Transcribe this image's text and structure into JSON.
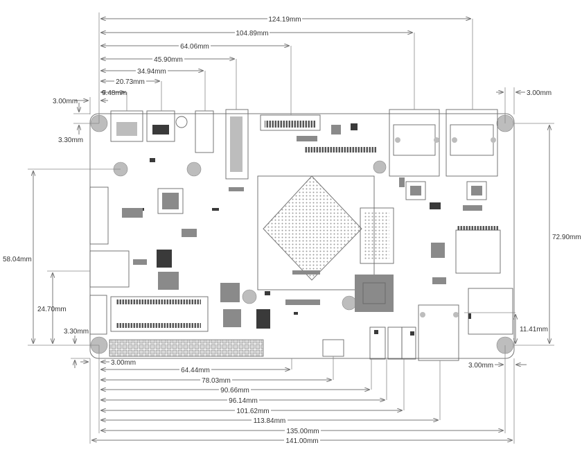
{
  "dimensions": {
    "top": [
      "124.19mm",
      "104.89mm",
      "64.06mm",
      "45.90mm",
      "34.94mm",
      "20.73mm",
      "9.48mm",
      "3.00mm"
    ],
    "top_right": "3.00mm",
    "left_vertical": [
      "3.30mm",
      "58.04mm",
      "24.70mm",
      "3.30mm"
    ],
    "right_vertical": [
      "72.90mm",
      "11.41mm"
    ],
    "bottom": [
      "3.00mm",
      "64.44mm",
      "78.03mm",
      "90.66mm",
      "96.14mm",
      "101.62mm",
      "113.84mm",
      "135.00mm",
      "141.00mm"
    ],
    "bottom_right": "3.00mm"
  }
}
